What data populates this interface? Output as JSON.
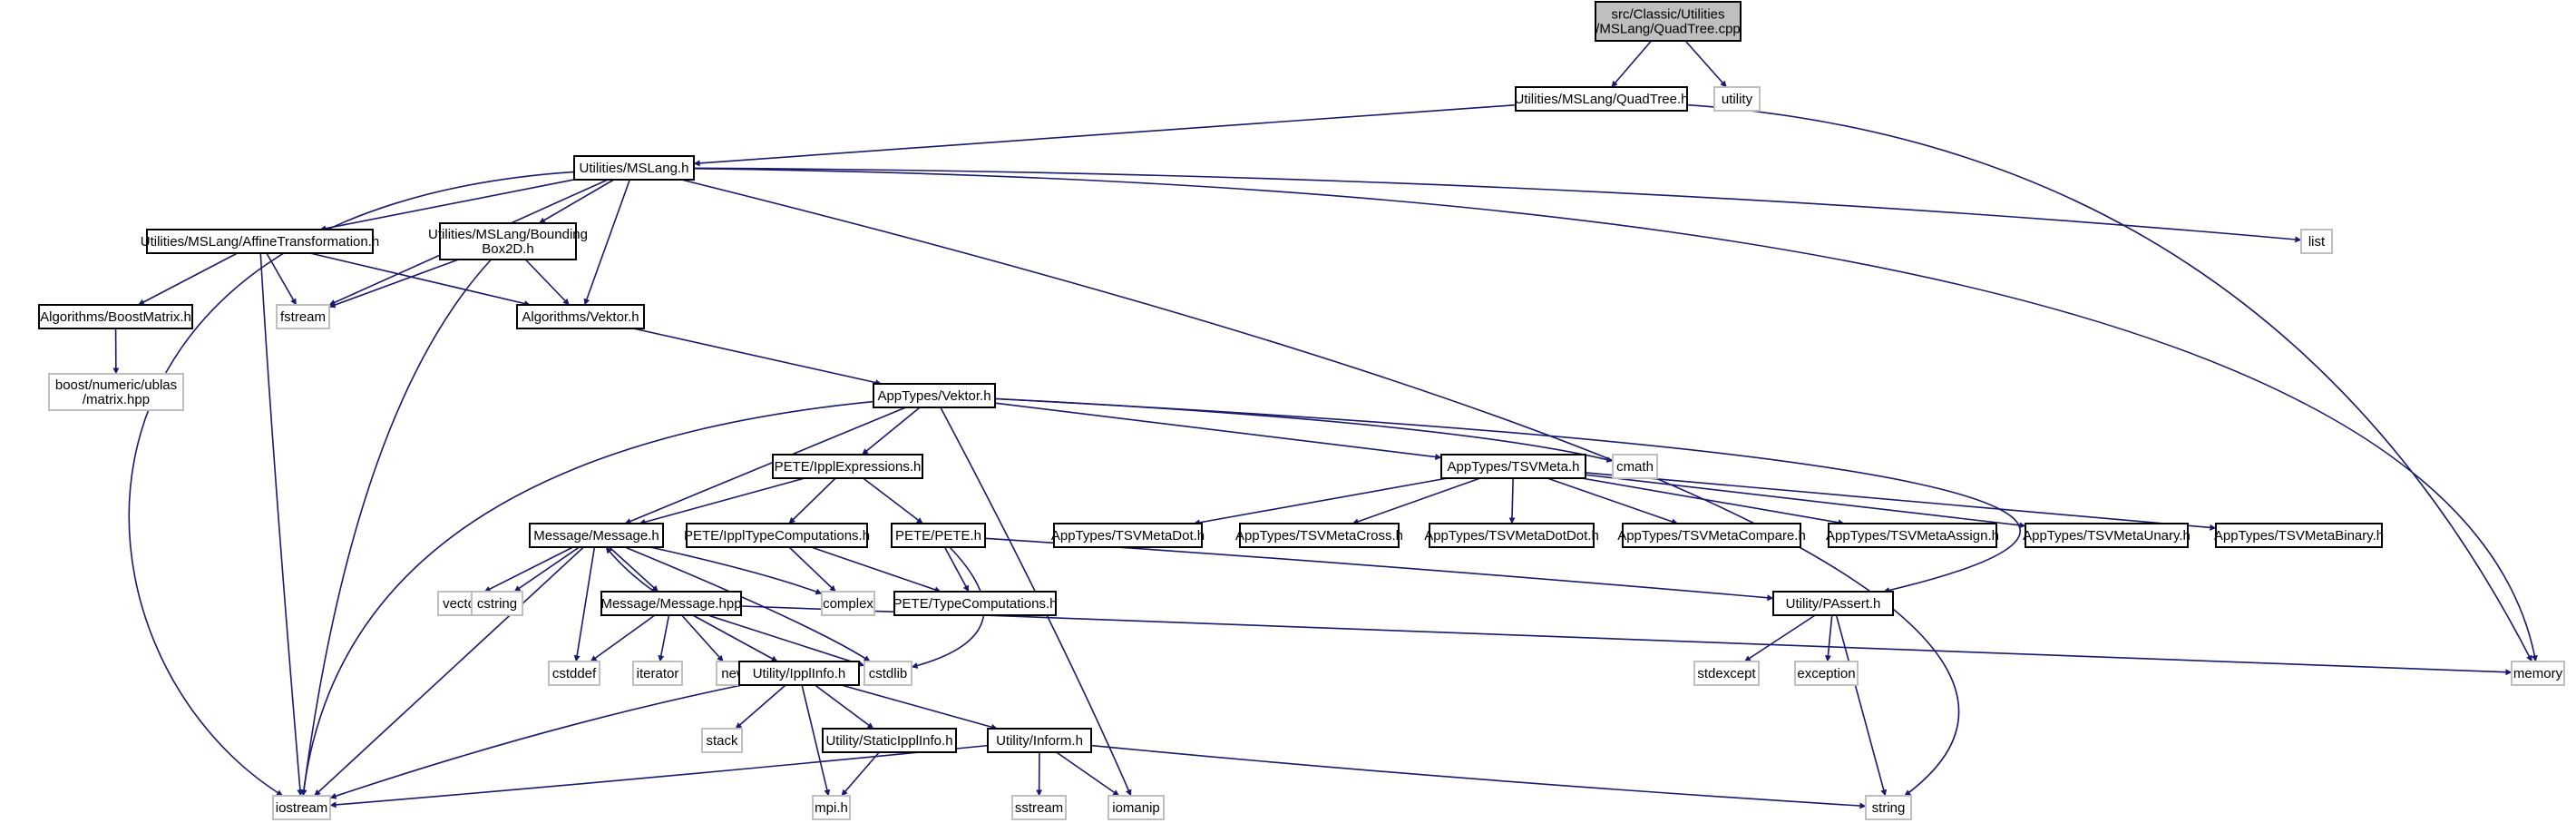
{
  "colors": {
    "edge": "#191970",
    "root_fill": "#bfbfbf",
    "node_border": "#000000",
    "external_border": "#bfbfbf",
    "text": "#000000"
  },
  "nodes": [
    {
      "id": "quadtree_cpp",
      "label": "src/Classic/Utilities\n/MSLang/QuadTree.cpp",
      "kind": "root"
    },
    {
      "id": "quadtree_h",
      "label": "Utilities/MSLang/QuadTree.h",
      "kind": "internal"
    },
    {
      "id": "utility",
      "label": "utility",
      "kind": "external"
    },
    {
      "id": "mslang_h",
      "label": "Utilities/MSLang.h",
      "kind": "internal"
    },
    {
      "id": "affine_h",
      "label": "Utilities/MSLang/AffineTransformation.h",
      "kind": "internal"
    },
    {
      "id": "bbox_h",
      "label": "Utilities/MSLang/Bounding\nBox2D.h",
      "kind": "internal"
    },
    {
      "id": "list",
      "label": "list",
      "kind": "external"
    },
    {
      "id": "boostmatrix_h",
      "label": "Algorithms/BoostMatrix.h",
      "kind": "internal"
    },
    {
      "id": "fstream",
      "label": "fstream",
      "kind": "external"
    },
    {
      "id": "alg_vektor_h",
      "label": "Algorithms/Vektor.h",
      "kind": "internal"
    },
    {
      "id": "ublas_matrix",
      "label": "boost/numeric/ublas\n/matrix.hpp",
      "kind": "external"
    },
    {
      "id": "apptypes_vektor_h",
      "label": "AppTypes/Vektor.h",
      "kind": "internal"
    },
    {
      "id": "ippl_expr_h",
      "label": "PETE/IpplExpressions.h",
      "kind": "internal"
    },
    {
      "id": "tsvmeta_h",
      "label": "AppTypes/TSVMeta.h",
      "kind": "internal"
    },
    {
      "id": "cmath",
      "label": "cmath",
      "kind": "external"
    },
    {
      "id": "message_h",
      "label": "Message/Message.h",
      "kind": "internal"
    },
    {
      "id": "ippl_typecomp_h",
      "label": "PETE/IpplTypeComputations.h",
      "kind": "internal"
    },
    {
      "id": "pete_h",
      "label": "PETE/PETE.h",
      "kind": "internal"
    },
    {
      "id": "tsvmetadot_h",
      "label": "AppTypes/TSVMetaDot.h",
      "kind": "internal"
    },
    {
      "id": "tsvmetacross_h",
      "label": "AppTypes/TSVMetaCross.h",
      "kind": "internal"
    },
    {
      "id": "tsvmetadotdot_h",
      "label": "AppTypes/TSVMetaDotDot.h",
      "kind": "internal"
    },
    {
      "id": "tsvmetacompare_h",
      "label": "AppTypes/TSVMetaCompare.h",
      "kind": "internal"
    },
    {
      "id": "tsvmetaassign_h",
      "label": "AppTypes/TSVMetaAssign.h",
      "kind": "internal"
    },
    {
      "id": "tsvmetaunary_h",
      "label": "AppTypes/TSVMetaUnary.h",
      "kind": "internal"
    },
    {
      "id": "tsvmetabinary_h",
      "label": "AppTypes/TSVMetaBinary.h",
      "kind": "internal"
    },
    {
      "id": "vector",
      "label": "vector",
      "kind": "external"
    },
    {
      "id": "cstring",
      "label": "cstring",
      "kind": "external"
    },
    {
      "id": "message_hpp",
      "label": "Message/Message.hpp",
      "kind": "internal"
    },
    {
      "id": "complex",
      "label": "complex",
      "kind": "external"
    },
    {
      "id": "typecomp_h",
      "label": "PETE/TypeComputations.h",
      "kind": "internal"
    },
    {
      "id": "passert_h",
      "label": "Utility/PAssert.h",
      "kind": "internal"
    },
    {
      "id": "cstddef",
      "label": "cstddef",
      "kind": "external"
    },
    {
      "id": "iterator",
      "label": "iterator",
      "kind": "external"
    },
    {
      "id": "new",
      "label": "new",
      "kind": "external"
    },
    {
      "id": "ipplinfo_h",
      "label": "Utility/IpplInfo.h",
      "kind": "internal"
    },
    {
      "id": "cstdlib",
      "label": "cstdlib",
      "kind": "external"
    },
    {
      "id": "stdexcept",
      "label": "stdexcept",
      "kind": "external"
    },
    {
      "id": "exception",
      "label": "exception",
      "kind": "external"
    },
    {
      "id": "memory",
      "label": "memory",
      "kind": "external"
    },
    {
      "id": "stack",
      "label": "stack",
      "kind": "external"
    },
    {
      "id": "staticipplinfo_h",
      "label": "Utility/StaticIpplInfo.h",
      "kind": "internal"
    },
    {
      "id": "inform_h",
      "label": "Utility/Inform.h",
      "kind": "internal"
    },
    {
      "id": "iostream",
      "label": "iostream",
      "kind": "external"
    },
    {
      "id": "mpi_h",
      "label": "mpi.h",
      "kind": "external"
    },
    {
      "id": "sstream",
      "label": "sstream",
      "kind": "external"
    },
    {
      "id": "iomanip",
      "label": "iomanip",
      "kind": "external"
    },
    {
      "id": "string",
      "label": "string",
      "kind": "external"
    }
  ],
  "edges": [
    {
      "from": "quadtree_cpp",
      "to": "quadtree_h"
    },
    {
      "from": "quadtree_cpp",
      "to": "utility"
    },
    {
      "from": "quadtree_h",
      "to": "mslang_h"
    },
    {
      "from": "quadtree_h",
      "to": "memory"
    },
    {
      "from": "mslang_h",
      "to": "affine_h"
    },
    {
      "from": "mslang_h",
      "to": "bbox_h"
    },
    {
      "from": "mslang_h",
      "to": "alg_vektor_h"
    },
    {
      "from": "mslang_h",
      "to": "fstream"
    },
    {
      "from": "mslang_h",
      "to": "iostream"
    },
    {
      "from": "mslang_h",
      "to": "list"
    },
    {
      "from": "mslang_h",
      "to": "memory"
    },
    {
      "from": "mslang_h",
      "to": "string"
    },
    {
      "from": "affine_h",
      "to": "boostmatrix_h"
    },
    {
      "from": "affine_h",
      "to": "fstream"
    },
    {
      "from": "affine_h",
      "to": "alg_vektor_h"
    },
    {
      "from": "affine_h",
      "to": "iostream"
    },
    {
      "from": "bbox_h",
      "to": "fstream"
    },
    {
      "from": "bbox_h",
      "to": "alg_vektor_h"
    },
    {
      "from": "bbox_h",
      "to": "iostream"
    },
    {
      "from": "boostmatrix_h",
      "to": "ublas_matrix"
    },
    {
      "from": "alg_vektor_h",
      "to": "apptypes_vektor_h"
    },
    {
      "from": "apptypes_vektor_h",
      "to": "ippl_expr_h"
    },
    {
      "from": "apptypes_vektor_h",
      "to": "tsvmeta_h"
    },
    {
      "from": "apptypes_vektor_h",
      "to": "cmath"
    },
    {
      "from": "apptypes_vektor_h",
      "to": "message_h"
    },
    {
      "from": "apptypes_vektor_h",
      "to": "iostream"
    },
    {
      "from": "apptypes_vektor_h",
      "to": "iomanip"
    },
    {
      "from": "apptypes_vektor_h",
      "to": "passert_h"
    },
    {
      "from": "ippl_expr_h",
      "to": "message_h"
    },
    {
      "from": "ippl_expr_h",
      "to": "ippl_typecomp_h"
    },
    {
      "from": "ippl_expr_h",
      "to": "pete_h"
    },
    {
      "from": "tsvmeta_h",
      "to": "tsvmetadot_h"
    },
    {
      "from": "tsvmeta_h",
      "to": "tsvmetacross_h"
    },
    {
      "from": "tsvmeta_h",
      "to": "tsvmetadotdot_h"
    },
    {
      "from": "tsvmeta_h",
      "to": "tsvmetacompare_h"
    },
    {
      "from": "tsvmeta_h",
      "to": "tsvmetaassign_h"
    },
    {
      "from": "tsvmeta_h",
      "to": "tsvmetaunary_h"
    },
    {
      "from": "tsvmeta_h",
      "to": "tsvmetabinary_h"
    },
    {
      "from": "ippl_typecomp_h",
      "to": "complex"
    },
    {
      "from": "ippl_typecomp_h",
      "to": "typecomp_h"
    },
    {
      "from": "pete_h",
      "to": "typecomp_h"
    },
    {
      "from": "pete_h",
      "to": "cstdlib"
    },
    {
      "from": "pete_h",
      "to": "passert_h"
    },
    {
      "from": "message_h",
      "to": "vector"
    },
    {
      "from": "message_h",
      "to": "cstring"
    },
    {
      "from": "message_h",
      "to": "message_hpp"
    },
    {
      "from": "message_h",
      "to": "complex"
    },
    {
      "from": "message_h",
      "to": "cstddef"
    },
    {
      "from": "message_h",
      "to": "cstdlib"
    },
    {
      "from": "message_h",
      "to": "iostream"
    },
    {
      "from": "message_hpp",
      "to": "message_h"
    },
    {
      "from": "message_hpp",
      "to": "cstddef"
    },
    {
      "from": "message_hpp",
      "to": "iterator"
    },
    {
      "from": "message_hpp",
      "to": "new"
    },
    {
      "from": "message_hpp",
      "to": "ipplinfo_h"
    },
    {
      "from": "message_hpp",
      "to": "cstdlib"
    },
    {
      "from": "message_hpp",
      "to": "memory"
    },
    {
      "from": "passert_h",
      "to": "stdexcept"
    },
    {
      "from": "passert_h",
      "to": "exception"
    },
    {
      "from": "passert_h",
      "to": "string"
    },
    {
      "from": "ipplinfo_h",
      "to": "iostream"
    },
    {
      "from": "ipplinfo_h",
      "to": "stack"
    },
    {
      "from": "ipplinfo_h",
      "to": "mpi_h"
    },
    {
      "from": "ipplinfo_h",
      "to": "staticipplinfo_h"
    },
    {
      "from": "ipplinfo_h",
      "to": "inform_h"
    },
    {
      "from": "staticipplinfo_h",
      "to": "mpi_h"
    },
    {
      "from": "inform_h",
      "to": "iostream"
    },
    {
      "from": "inform_h",
      "to": "sstream"
    },
    {
      "from": "inform_h",
      "to": "iomanip"
    },
    {
      "from": "inform_h",
      "to": "string"
    }
  ]
}
